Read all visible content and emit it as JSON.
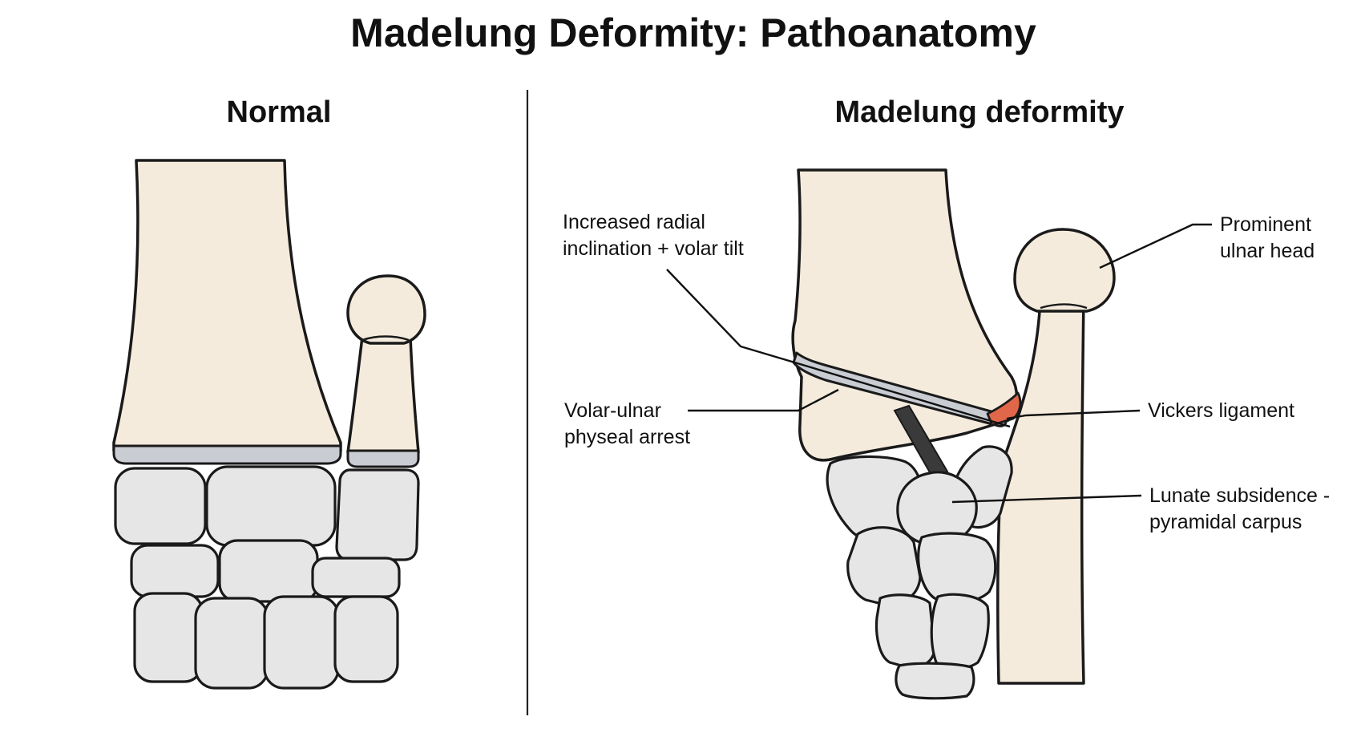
{
  "title": "Madelung Deformity: Pathoanatomy",
  "panels": {
    "normal": {
      "heading": "Normal"
    },
    "deformity": {
      "heading": "Madelung deformity"
    }
  },
  "labels": {
    "radial_inclination": {
      "line1": "Increased radial",
      "line2": "inclination + volar tilt"
    },
    "physeal_arrest": {
      "line1": "Volar-ulnar",
      "line2": "physeal arrest"
    },
    "ulnar_head": {
      "line1": "Prominent",
      "line2": "ulnar head"
    },
    "vickers": {
      "line1": "Vickers ligament"
    },
    "lunate": {
      "line1": "Lunate subsidence -",
      "line2": "pyramidal carpus"
    }
  },
  "colors": {
    "bone": "#f4ebdd",
    "carpal": "#e6e6e6",
    "physis": "#c9ccd3",
    "vickers_ligament": "#e0674a",
    "ligament_band": "#3a3a3a",
    "outline": "#1a1a1a"
  }
}
